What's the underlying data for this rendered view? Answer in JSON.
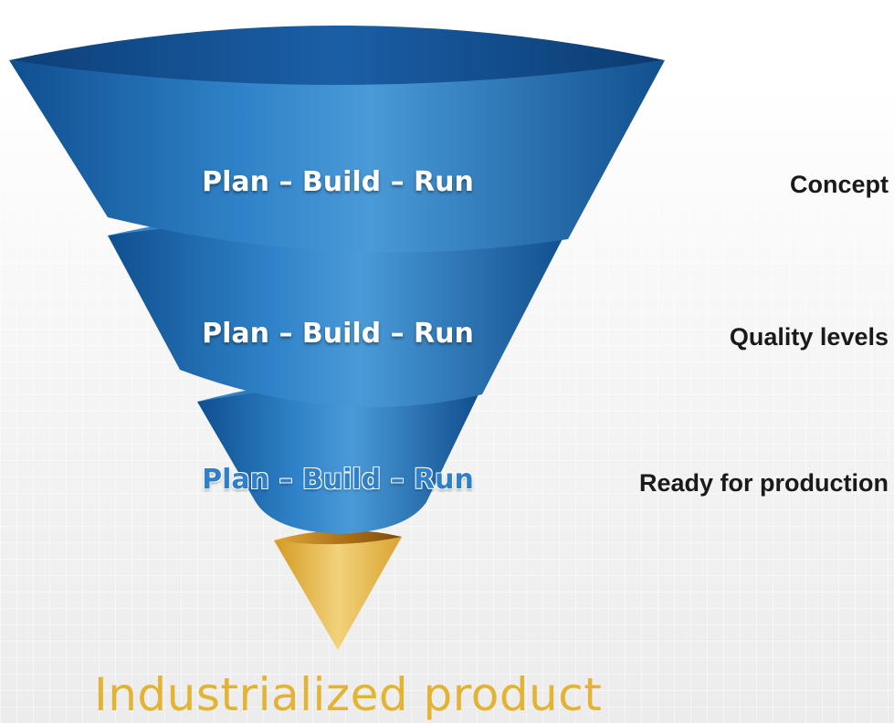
{
  "stages": [
    {
      "label": "Plan – Build – Run",
      "side_label": "Concept"
    },
    {
      "label": "Plan – Build – Run",
      "side_label": "Quality levels"
    },
    {
      "label": "Plan – Build – Run",
      "side_label": "Ready for production"
    }
  ],
  "result_label": "Industrialized product",
  "colors": {
    "funnel_blue_dark": "#0f4f8f",
    "funnel_blue": "#1f6fb8",
    "funnel_blue_light": "#4a9ad8",
    "gold": "#e3b334",
    "gold_dark": "#b0761a"
  }
}
